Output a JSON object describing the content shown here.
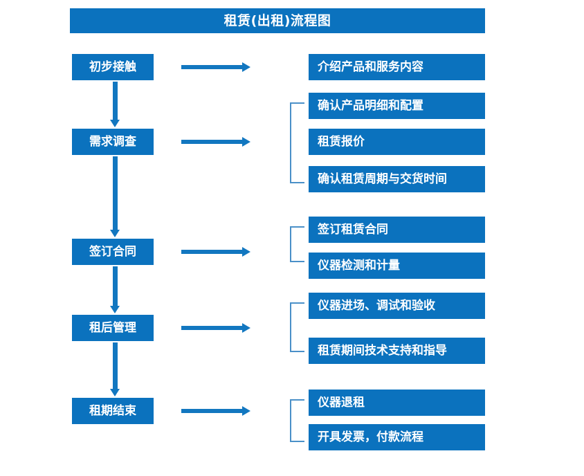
{
  "title": {
    "text": "租赁(出租)流程图"
  },
  "colors": {
    "box_blue": "#0B72BE",
    "arrow_blue": "#1277C0",
    "bracket_blue": "#4A90C8",
    "text_white": "#FFFFFF",
    "background": "#FFFFFF"
  },
  "stages": [
    {
      "label": "初步接触"
    },
    {
      "label": "需求调查"
    },
    {
      "label": "签订合同"
    },
    {
      "label": "租后管理"
    },
    {
      "label": "租期结束"
    }
  ],
  "details": [
    {
      "label": "介绍产品和服务内容"
    },
    {
      "label": "确认产品明细和配置"
    },
    {
      "label": "租赁报价"
    },
    {
      "label": "确认租赁周期与交货时间"
    },
    {
      "label": "签订租赁合同"
    },
    {
      "label": "仪器检测和计量"
    },
    {
      "label": "仪器进场、调试和验收"
    },
    {
      "label": "租赁期间技术支持和指导"
    },
    {
      "label": "仪器退租"
    },
    {
      "label": "开具发票，付款流程"
    }
  ],
  "groups": [
    {
      "stage": "初步接触",
      "details": [
        "介绍产品和服务内容"
      ],
      "bracketed": false
    },
    {
      "stage": "需求调查",
      "details": [
        "确认产品明细和配置",
        "租赁报价",
        "确认租赁周期与交货时间"
      ],
      "bracketed": true
    },
    {
      "stage": "签订合同",
      "details": [
        "签订租赁合同",
        "仪器检测和计量"
      ],
      "bracketed": true
    },
    {
      "stage": "租后管理",
      "details": [
        "仪器进场、调试和验收",
        "租赁期间技术支持和指导"
      ],
      "bracketed": true
    },
    {
      "stage": "租期结束",
      "details": [
        "仪器退租",
        "开具发票，付款流程"
      ],
      "bracketed": true
    }
  ],
  "connectors": {
    "down_arrow_count": 4,
    "right_arrow_count": 5,
    "bracket_count": 4
  }
}
